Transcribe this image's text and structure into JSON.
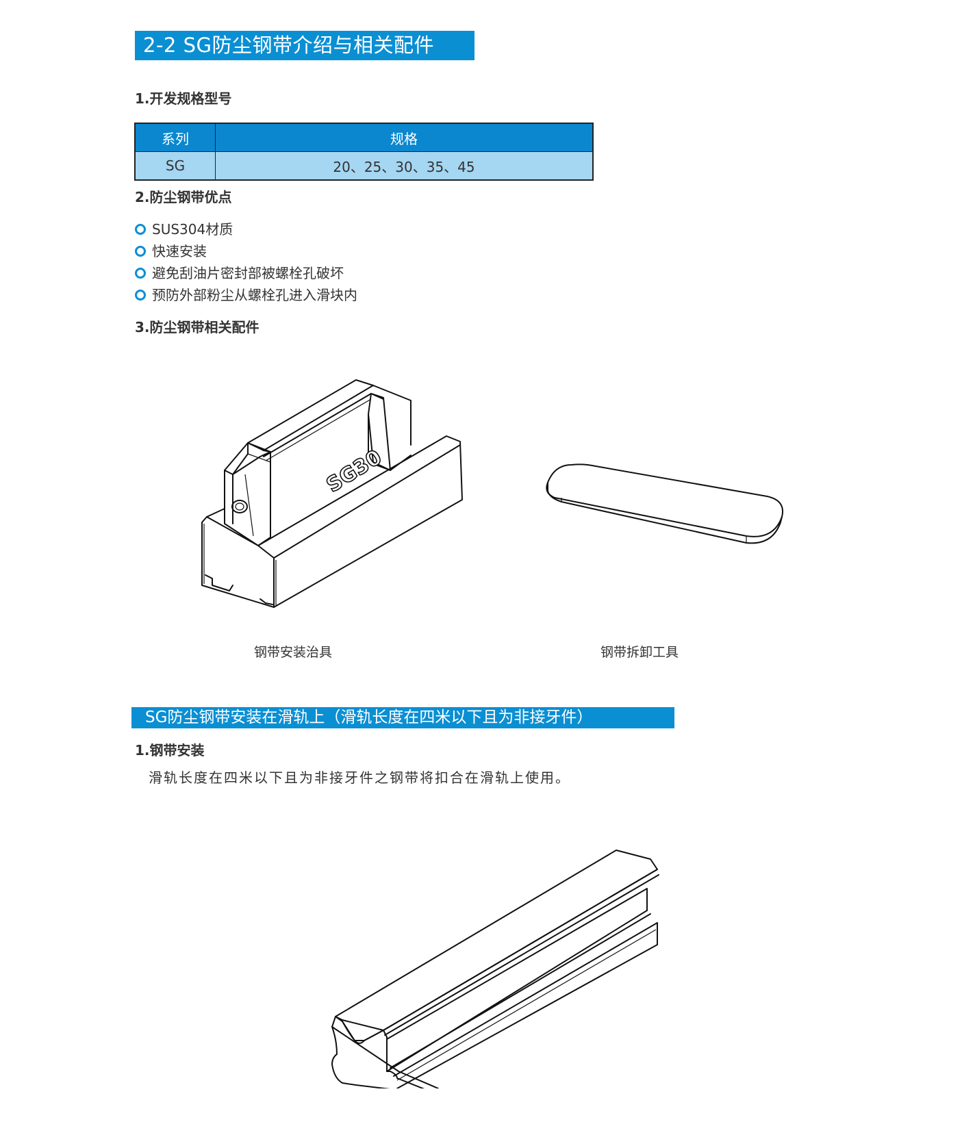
{
  "page": {
    "title": "2-2  SG防尘钢带介绍与相关配件",
    "section1": {
      "heading": "1.开发规格型号",
      "table": {
        "headers": [
          "系列",
          "规格"
        ],
        "rows": [
          [
            "SG",
            "20、25、30、35、45"
          ]
        ]
      }
    },
    "section2": {
      "heading": "2.防尘钢带优点",
      "bullets": [
        "SUS304材质",
        "快速安装",
        "避免刮油片密封部被螺栓孔破坏",
        "预防外部粉尘从螺栓孔进入滑块内"
      ]
    },
    "section3": {
      "heading": "3.防尘钢带相关配件",
      "figures": [
        {
          "caption": "钢带安装治具",
          "engraving": "SG30"
        },
        {
          "caption": "钢带拆卸工具"
        }
      ]
    },
    "install": {
      "bar_title": "SG防尘钢带安装在滑轨上（滑轨长度在四米以下且为非接牙件）",
      "heading": "1.钢带安装",
      "text": "滑轨长度在四米以下且为非接牙件之钢带将扣合在滑轨上使用。"
    },
    "colors": {
      "accent": "#0b8fd3",
      "table_header": "#0a87cf",
      "table_row": "#a5d6f2"
    }
  }
}
